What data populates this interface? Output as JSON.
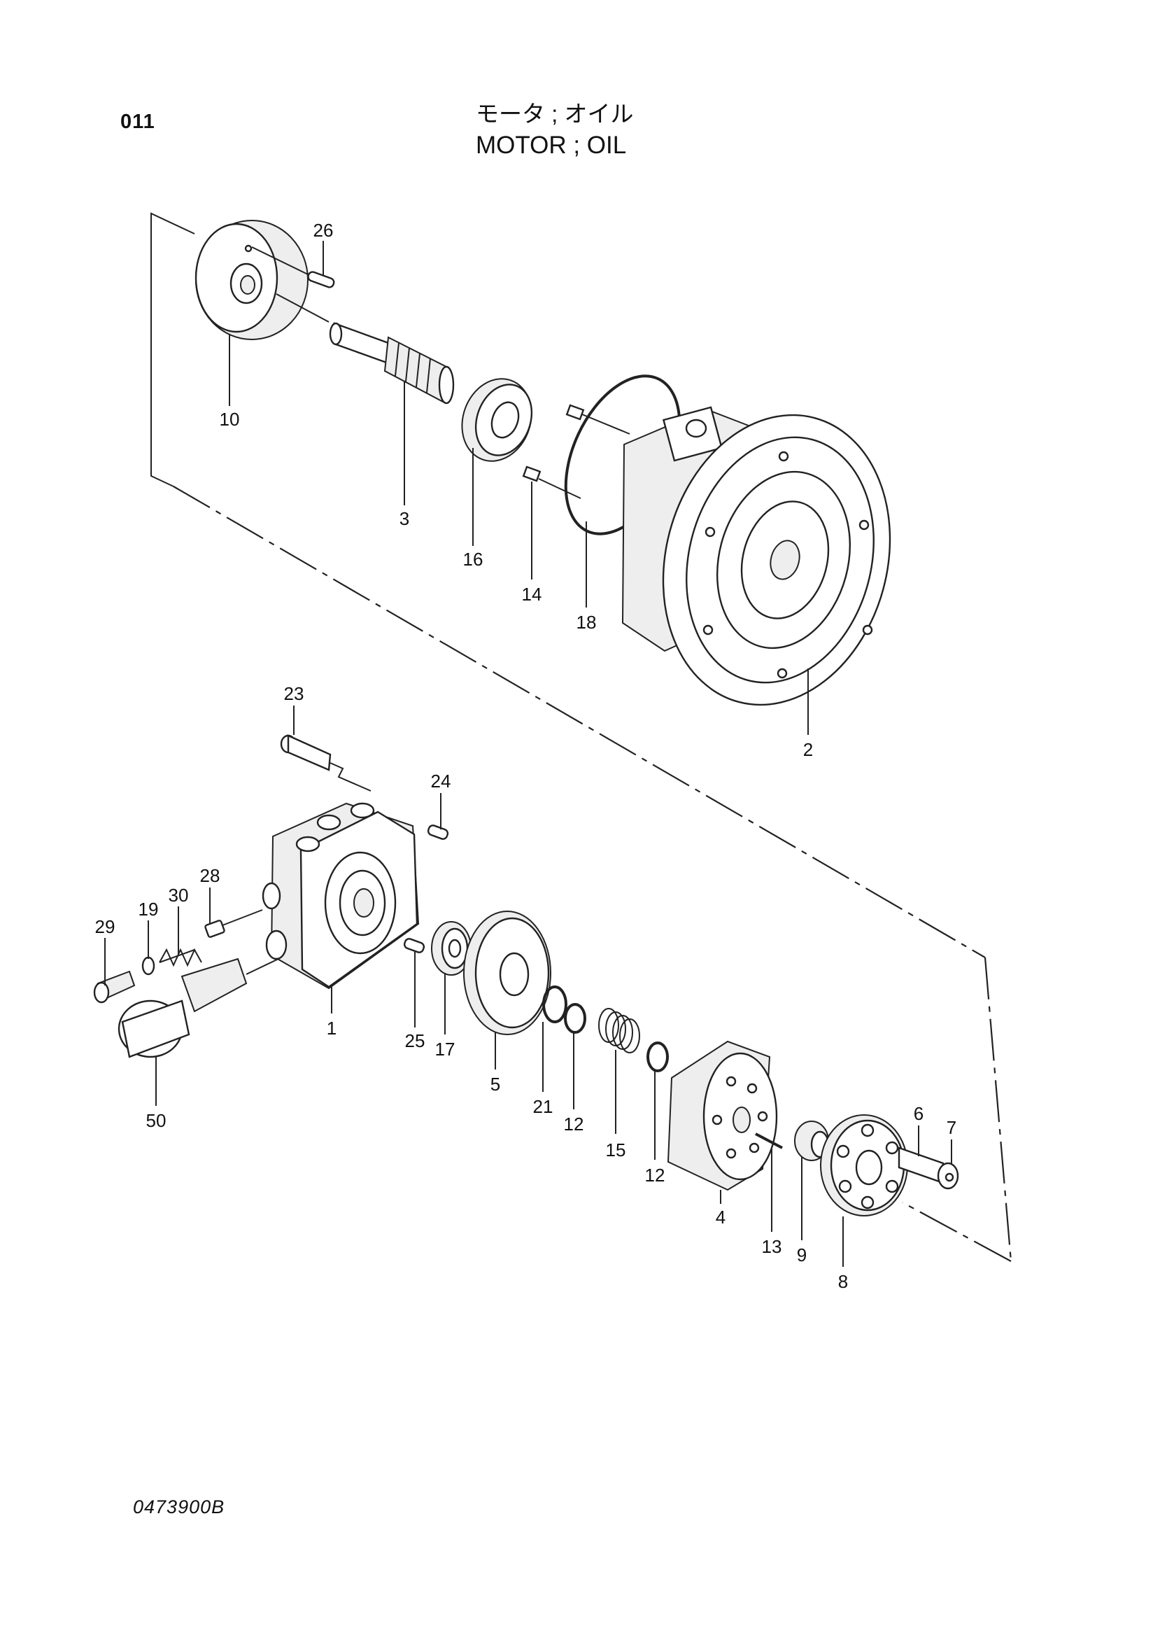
{
  "page_code": "011",
  "title_jp": "モータ ; オイル",
  "title_en": "MOTOR ; OIL",
  "drawing_number": "0473900B",
  "callouts": [
    {
      "id": "c26",
      "text": "26"
    },
    {
      "id": "c10",
      "text": "10"
    },
    {
      "id": "c3",
      "text": "3"
    },
    {
      "id": "c16",
      "text": "16"
    },
    {
      "id": "c14",
      "text": "14"
    },
    {
      "id": "c18",
      "text": "18"
    },
    {
      "id": "c2",
      "text": "2"
    },
    {
      "id": "c23",
      "text": "23"
    },
    {
      "id": "c24",
      "text": "24"
    },
    {
      "id": "c28",
      "text": "28"
    },
    {
      "id": "c30",
      "text": "30"
    },
    {
      "id": "c19",
      "text": "19"
    },
    {
      "id": "c29",
      "text": "29"
    },
    {
      "id": "c1",
      "text": "1"
    },
    {
      "id": "c50",
      "text": "50"
    },
    {
      "id": "c25",
      "text": "25"
    },
    {
      "id": "c17",
      "text": "17"
    },
    {
      "id": "c5",
      "text": "5"
    },
    {
      "id": "c21",
      "text": "21"
    },
    {
      "id": "c12a",
      "text": "12"
    },
    {
      "id": "c15",
      "text": "15"
    },
    {
      "id": "c12b",
      "text": "12"
    },
    {
      "id": "c4",
      "text": "4"
    },
    {
      "id": "c13",
      "text": "13"
    },
    {
      "id": "c9",
      "text": "9"
    },
    {
      "id": "c8",
      "text": "8"
    },
    {
      "id": "c6",
      "text": "6"
    },
    {
      "id": "c7",
      "text": "7"
    }
  ]
}
